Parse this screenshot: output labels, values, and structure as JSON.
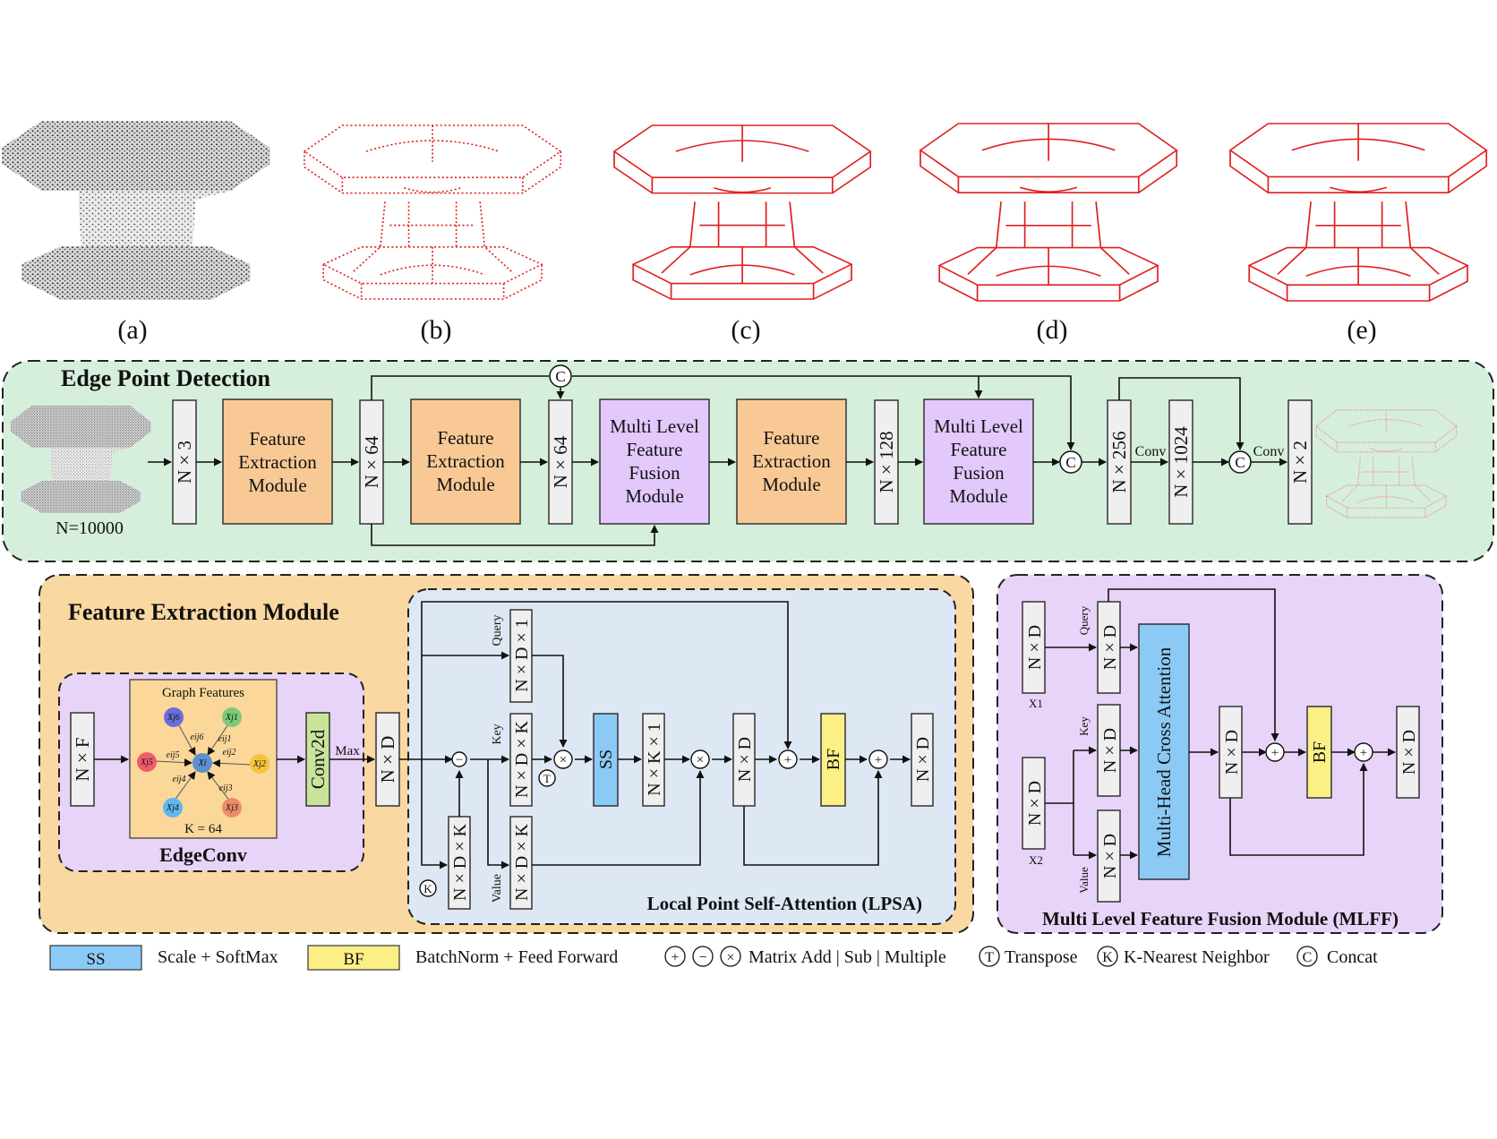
{
  "subfig_labels": [
    "(a)",
    "(b)",
    "(c)",
    "(d)",
    "(e)"
  ],
  "edge": {
    "title": "Edge Point Detection",
    "input_caption": "N=10000",
    "dims": {
      "nx3": "N × 3",
      "nx64a": "N × 64",
      "nx64b": "N × 64",
      "nx128": "N × 128",
      "nx256": "N × 256",
      "nx1024": "N × 1024",
      "nx2": "N × 2"
    },
    "modules": {
      "fe": [
        "Feature",
        "Extraction",
        "Module"
      ],
      "mlff": [
        "Multi Level",
        "Feature",
        "Fusion",
        "Module"
      ]
    },
    "conv1": "Conv",
    "conv2": "Conv"
  },
  "fem": {
    "title": "Feature Extraction Module",
    "edgeconv_title": "EdgeConv",
    "graph_title": "Graph Features",
    "graph_k": "K = 64",
    "graph_nodes": {
      "center": "Xi",
      "j1": "Xj1",
      "j2": "Xj2",
      "j3": "Xj3",
      "j4": "Xj4",
      "j5": "Xj5",
      "j6": "Xj6"
    },
    "graph_edges": {
      "e1": "eij1",
      "e2": "eij2",
      "e3": "eij3",
      "e4": "eij4",
      "e5": "eij5",
      "e6": "eij6"
    },
    "input": "N × F",
    "conv2d": "Conv2d",
    "max": "Max",
    "output": "N × D"
  },
  "lpsa": {
    "title": "Local Point Self-Attention (LPSA)",
    "query_label": "Query",
    "key_label": "Key",
    "value_label": "Value",
    "query_dim": "N × D × 1",
    "key_dim": "N × D × K",
    "value_dim": "N × D × K",
    "knn_dim": "N × D × K",
    "ss": "SS",
    "nk1": "N × K × 1",
    "nd": "N × D",
    "bf": "BF",
    "out": "N × D"
  },
  "mlff": {
    "title": "Multi Level Feature Fusion Module (MLFF)",
    "x1_dim": "N × D",
    "x1_label": "X1",
    "x2_dim": "N × D",
    "x2_label": "X2",
    "query_label": "Query",
    "key_label": "Key",
    "value_label": "Value",
    "q_dim": "N × D",
    "k_dim": "N × D",
    "v_dim": "N × D",
    "mhca": "Multi-Head Cross Attention",
    "mid": "N × D",
    "bf": "BF",
    "out": "N × D"
  },
  "legend": {
    "ss_box": "SS",
    "ss_text": "Scale + SoftMax",
    "bf_box": "BF",
    "bf_text": "BatchNorm + Feed Forward",
    "ops_text": "Matrix Add | Sub | Multiple",
    "t_text": "Transpose",
    "k_text": "K-Nearest Neighbor",
    "c_text": "Concat"
  },
  "symbols": {
    "concat": "C",
    "transpose": "T",
    "knn": "K",
    "add": "+",
    "sub": "−",
    "mul": "×"
  },
  "colors": {
    "green_panel": "#d6efdc",
    "orange_panel": "#fad8a2",
    "orange_module": "#f8c995",
    "purple_panel": "#e8d4f8",
    "purple_module": "#e2c8fb",
    "blue_panel": "#dee8f4",
    "ss_blue": "#8ccaf6",
    "bf_yellow": "#fbef86",
    "conv2d_green": "#c8e39a",
    "edge_red": "#e02020",
    "gray_box": "#efefef"
  }
}
